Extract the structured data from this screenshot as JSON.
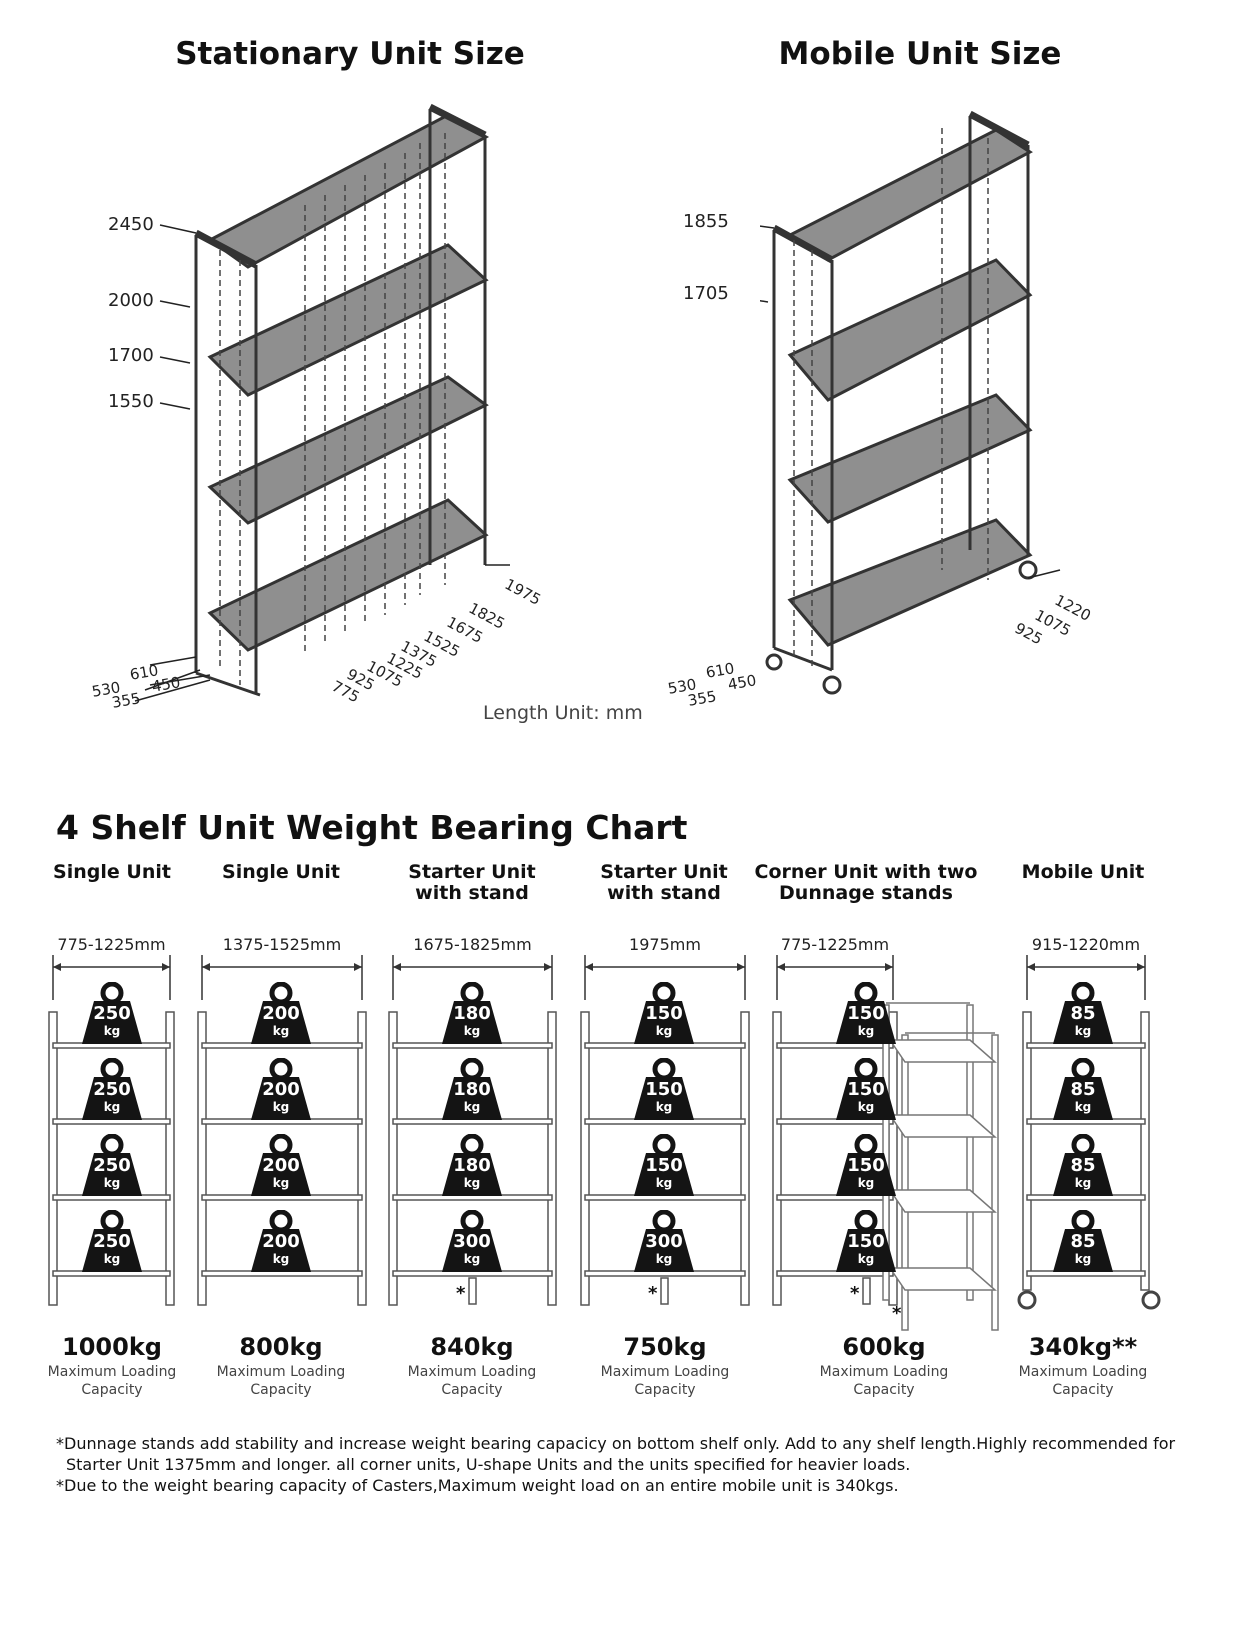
{
  "stationary": {
    "title": "Stationary Unit Size",
    "heights": [
      "2450",
      "2000",
      "1700",
      "1550"
    ],
    "depths": [
      "610",
      "530",
      "450",
      "355"
    ],
    "lengths": [
      "1975",
      "1825",
      "1675",
      "1525",
      "1375",
      "1225",
      "1075",
      "925",
      "775"
    ]
  },
  "mobile": {
    "title": "Mobile Unit Size",
    "heights": [
      "1855",
      "1705"
    ],
    "depths": [
      "610",
      "530",
      "450",
      "355"
    ],
    "lengths": [
      "1220",
      "1075",
      "925"
    ]
  },
  "length_unit": "Length Unit: mm",
  "weight_chart": {
    "title": "4 Shelf Unit Weight Bearing Chart",
    "kg_label": "kg",
    "dunnage_mark": "*",
    "capacity_line1": "Maximum Loading",
    "capacity_line2": "Capacity",
    "units": [
      {
        "title1": "Single Unit",
        "title2": "",
        "range": "775-1225mm",
        "shelves": [
          "250",
          "250",
          "250",
          "250"
        ],
        "total": "1000kg",
        "stand": false,
        "mobile": false,
        "corner": false
      },
      {
        "title1": "Single Unit",
        "title2": "",
        "range": "1375-1525mm",
        "shelves": [
          "200",
          "200",
          "200",
          "200"
        ],
        "total": "800kg",
        "stand": false,
        "mobile": false,
        "corner": false
      },
      {
        "title1": "Starter Unit",
        "title2": "with stand",
        "range": "1675-1825mm",
        "shelves": [
          "180",
          "180",
          "180",
          "300"
        ],
        "total": "840kg",
        "stand": true,
        "mobile": false,
        "corner": false
      },
      {
        "title1": "Starter Unit",
        "title2": "with stand",
        "range": "1975mm",
        "shelves": [
          "150",
          "150",
          "150",
          "300"
        ],
        "total": "750kg",
        "stand": true,
        "mobile": false,
        "corner": false
      },
      {
        "title1": "Corner Unit with two",
        "title2": "Dunnage stands",
        "range": "775-1225mm",
        "shelves": [
          "150",
          "150",
          "150",
          "150"
        ],
        "total": "600kg",
        "stand": true,
        "mobile": false,
        "corner": true
      },
      {
        "title1": "Mobile Unit",
        "title2": "",
        "range": "915-1220mm",
        "shelves": [
          "85",
          "85",
          "85",
          "85"
        ],
        "total": "340kg**",
        "stand": false,
        "mobile": true,
        "corner": false
      }
    ]
  },
  "footnotes": [
    "*Dunnage stands add stability and increase weight bearing capacicy on bottom shelf only. Add to any shelf length.Highly recommended for",
    "Starter Unit 1375mm and longer. all corner units, U-shape Units and the units specified for heavier loads.",
    "*Due to the weight bearing capacity of Casters,Maximum weight load on an entire mobile unit is 340kgs."
  ]
}
